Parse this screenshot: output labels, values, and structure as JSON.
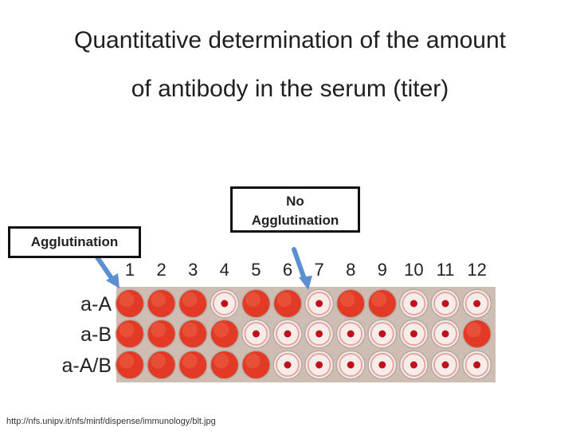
{
  "slide": {
    "title_line1": "Quantitative determination of the amount",
    "title_line2": "of antibody in the serum (titer)",
    "label_agglutination": "Agglutination",
    "label_no_agglutination_1": "No",
    "label_no_agglutination_2": "Agglutination",
    "source": "http://nfs.unipv.it/nfs/minf/dispense/immunology/blt.jpg"
  },
  "plate": {
    "columns": [
      "1",
      "2",
      "3",
      "4",
      "5",
      "6",
      "7",
      "8",
      "9",
      "10",
      "11",
      "12"
    ],
    "rows": [
      {
        "label": "a-A",
        "wells": [
          "agg",
          "agg",
          "agg",
          "dot",
          "agg",
          "agg",
          "dot",
          "agg",
          "agg",
          "dot",
          "dot",
          "dot"
        ]
      },
      {
        "label": "a-B",
        "wells": [
          "agg",
          "agg",
          "agg",
          "agg",
          "dot",
          "dot",
          "dot",
          "dot",
          "dot",
          "dot",
          "dot",
          "agg"
        ]
      },
      {
        "label": "a-A/B",
        "wells": [
          "agg",
          "agg",
          "agg",
          "agg",
          "agg",
          "dot",
          "dot",
          "dot",
          "dot",
          "dot",
          "dot",
          "dot"
        ]
      }
    ],
    "colors": {
      "agglutinated": "#e23a25",
      "dot": "#c0101a",
      "clear_well": "#f6ecea",
      "plate_bg": "#c9bcb4",
      "arrow": "#5b8fd0"
    }
  }
}
